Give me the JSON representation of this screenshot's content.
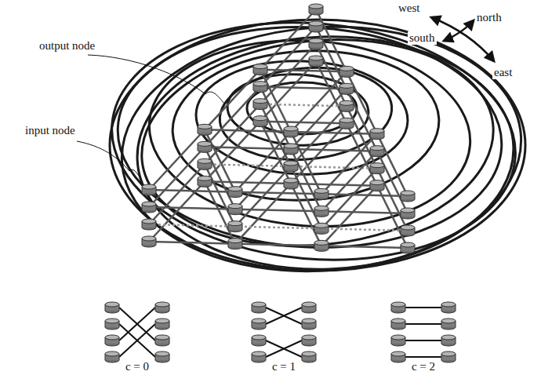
{
  "diagram": {
    "labels": [
      "output node",
      "input node",
      "west",
      "north",
      "south",
      "east",
      "c = 0",
      "c = 1",
      "c = 2"
    ]
  }
}
